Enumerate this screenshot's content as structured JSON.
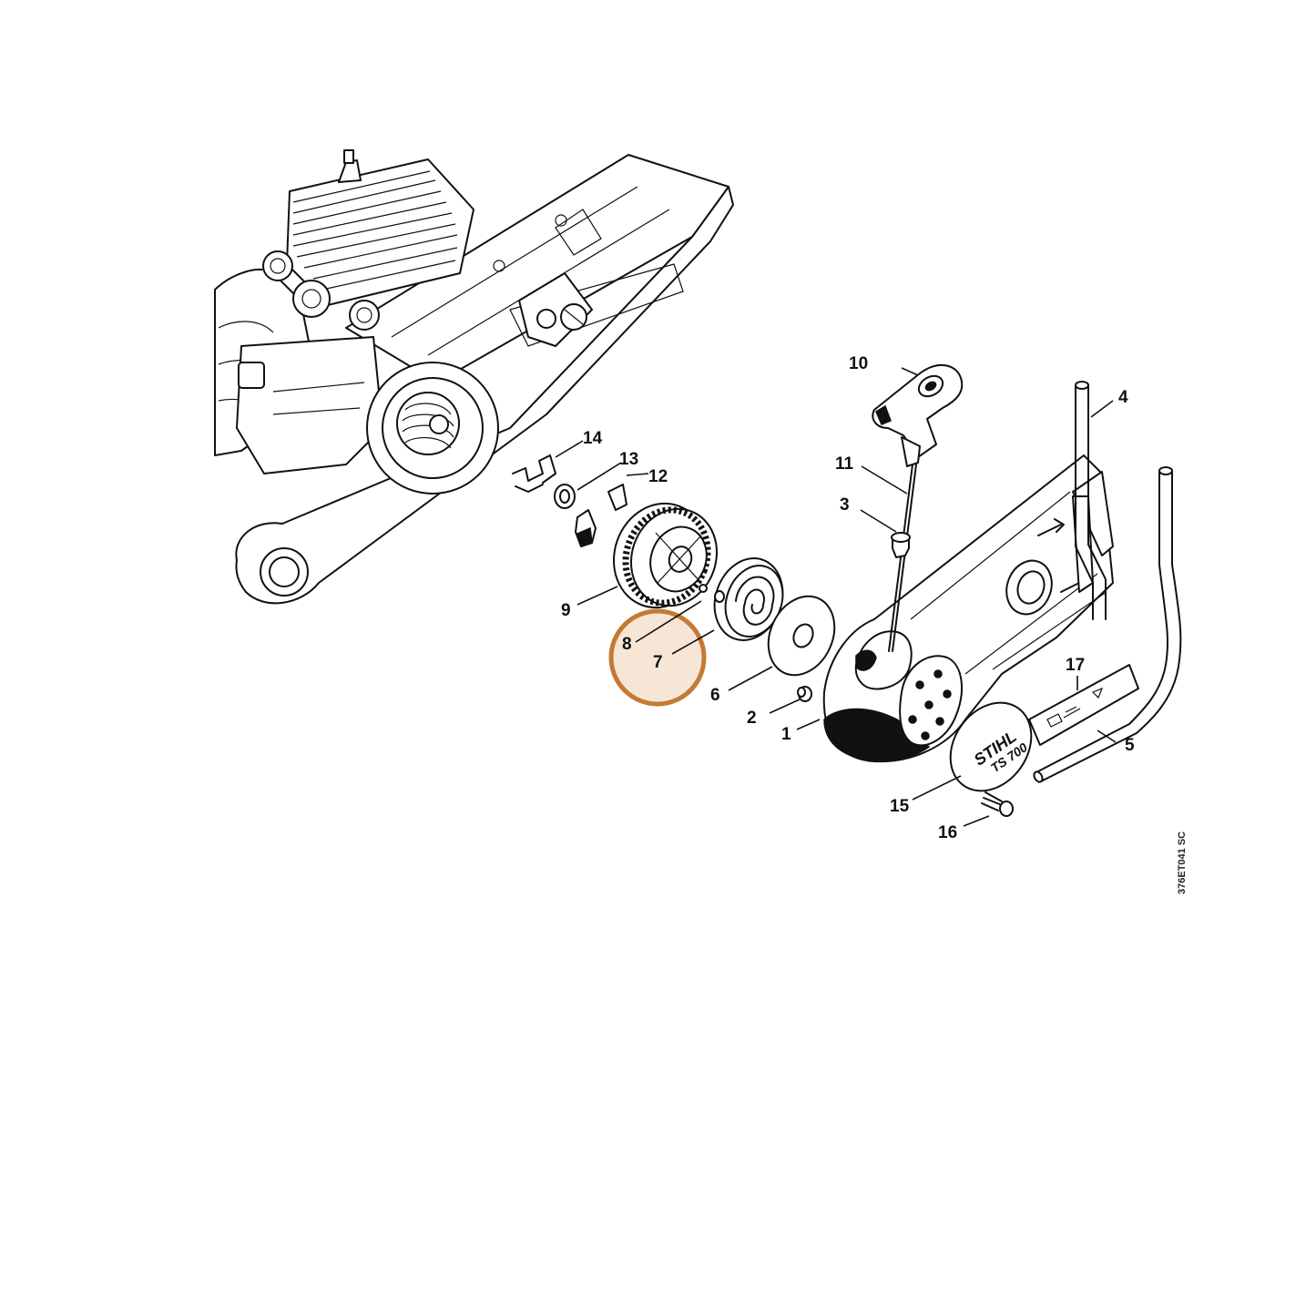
{
  "highlight": {
    "color": "#C47A34",
    "fill": "#F2D9BF"
  },
  "drawing_code": "376ET041 SC",
  "brand": {
    "logo_text": "STIHL",
    "model_text": "TS 700"
  },
  "callouts": [
    {
      "id": "1",
      "label": "1"
    },
    {
      "id": "2",
      "label": "2"
    },
    {
      "id": "3",
      "label": "3"
    },
    {
      "id": "4",
      "label": "4"
    },
    {
      "id": "5",
      "label": "5"
    },
    {
      "id": "6",
      "label": "6"
    },
    {
      "id": "7",
      "label": "7"
    },
    {
      "id": "8",
      "label": "8"
    },
    {
      "id": "9",
      "label": "9"
    },
    {
      "id": "10",
      "label": "10"
    },
    {
      "id": "11",
      "label": "11"
    },
    {
      "id": "12",
      "label": "12"
    },
    {
      "id": "13",
      "label": "13"
    },
    {
      "id": "14",
      "label": "14"
    },
    {
      "id": "15",
      "label": "15"
    },
    {
      "id": "16",
      "label": "16"
    },
    {
      "id": "17",
      "label": "17"
    }
  ]
}
